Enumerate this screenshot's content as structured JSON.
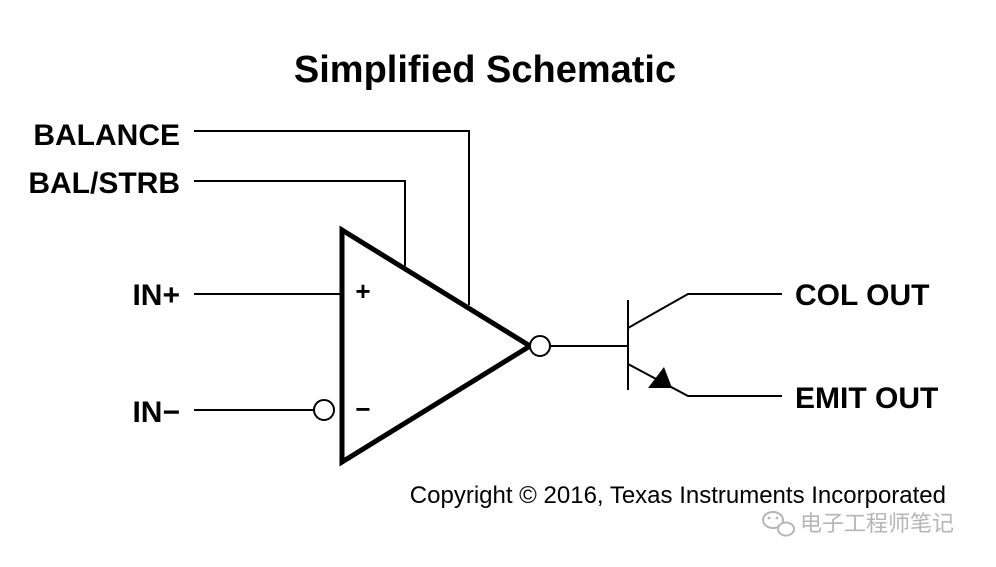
{
  "title": "Simplified Schematic",
  "pins": {
    "balance": "BALANCE",
    "bal_strb": "BAL/STRB",
    "in_plus": "IN+",
    "in_minus": "IN−",
    "col_out": "COL OUT",
    "emit_out": "EMIT OUT"
  },
  "comparator": {
    "plus_sign": "+",
    "minus_sign": "−"
  },
  "copyright": "Copyright © 2016, Texas Instruments Incorporated",
  "watermark": {
    "text": "电子工程师笔记",
    "icon": "wechat-icon"
  },
  "colors": {
    "line": "#000000",
    "background": "#ffffff",
    "watermark": "#b5b5b5"
  }
}
